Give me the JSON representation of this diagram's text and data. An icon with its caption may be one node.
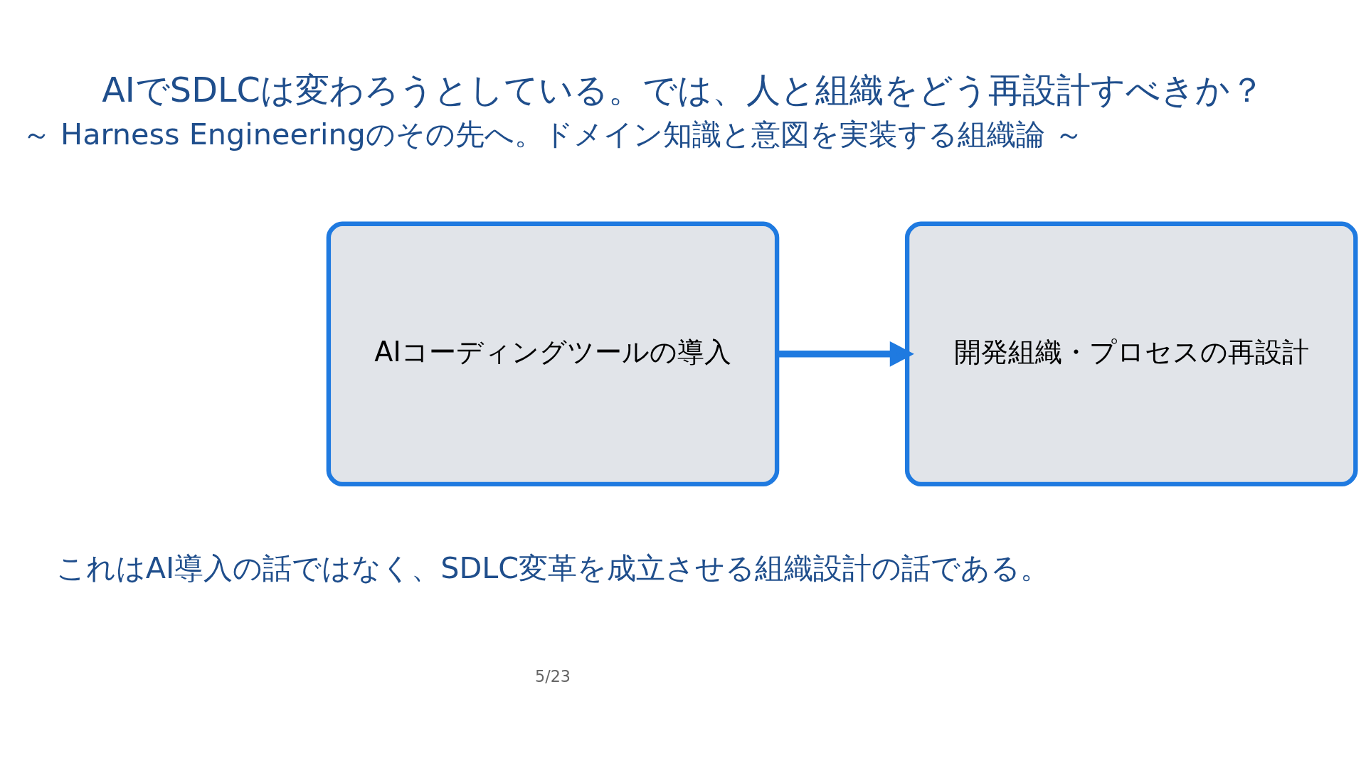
{
  "diagram": {
    "title": "AIでSDLCは変わろうとしている。では、人と組織をどう再設計すべきか？",
    "caption": "これはAI導入の話ではなく、SDLC変革を成立させる組織設計の話である。",
    "nodes": [
      {
        "text": [
          "AIコーディングツールの導入"
        ]
      },
      {
        "text": [
          "開発組織・プロセスの再設計"
        ]
      }
    ],
    "edges": [
      {
        "from": 0,
        "to": 1,
        "arrow": "to"
      }
    ],
    "labels": [
      "～ Harness Engineeringのその先へ。ドメイン知識と意図を実装する組織論 ～",
      "5/23"
    ]
  }
}
